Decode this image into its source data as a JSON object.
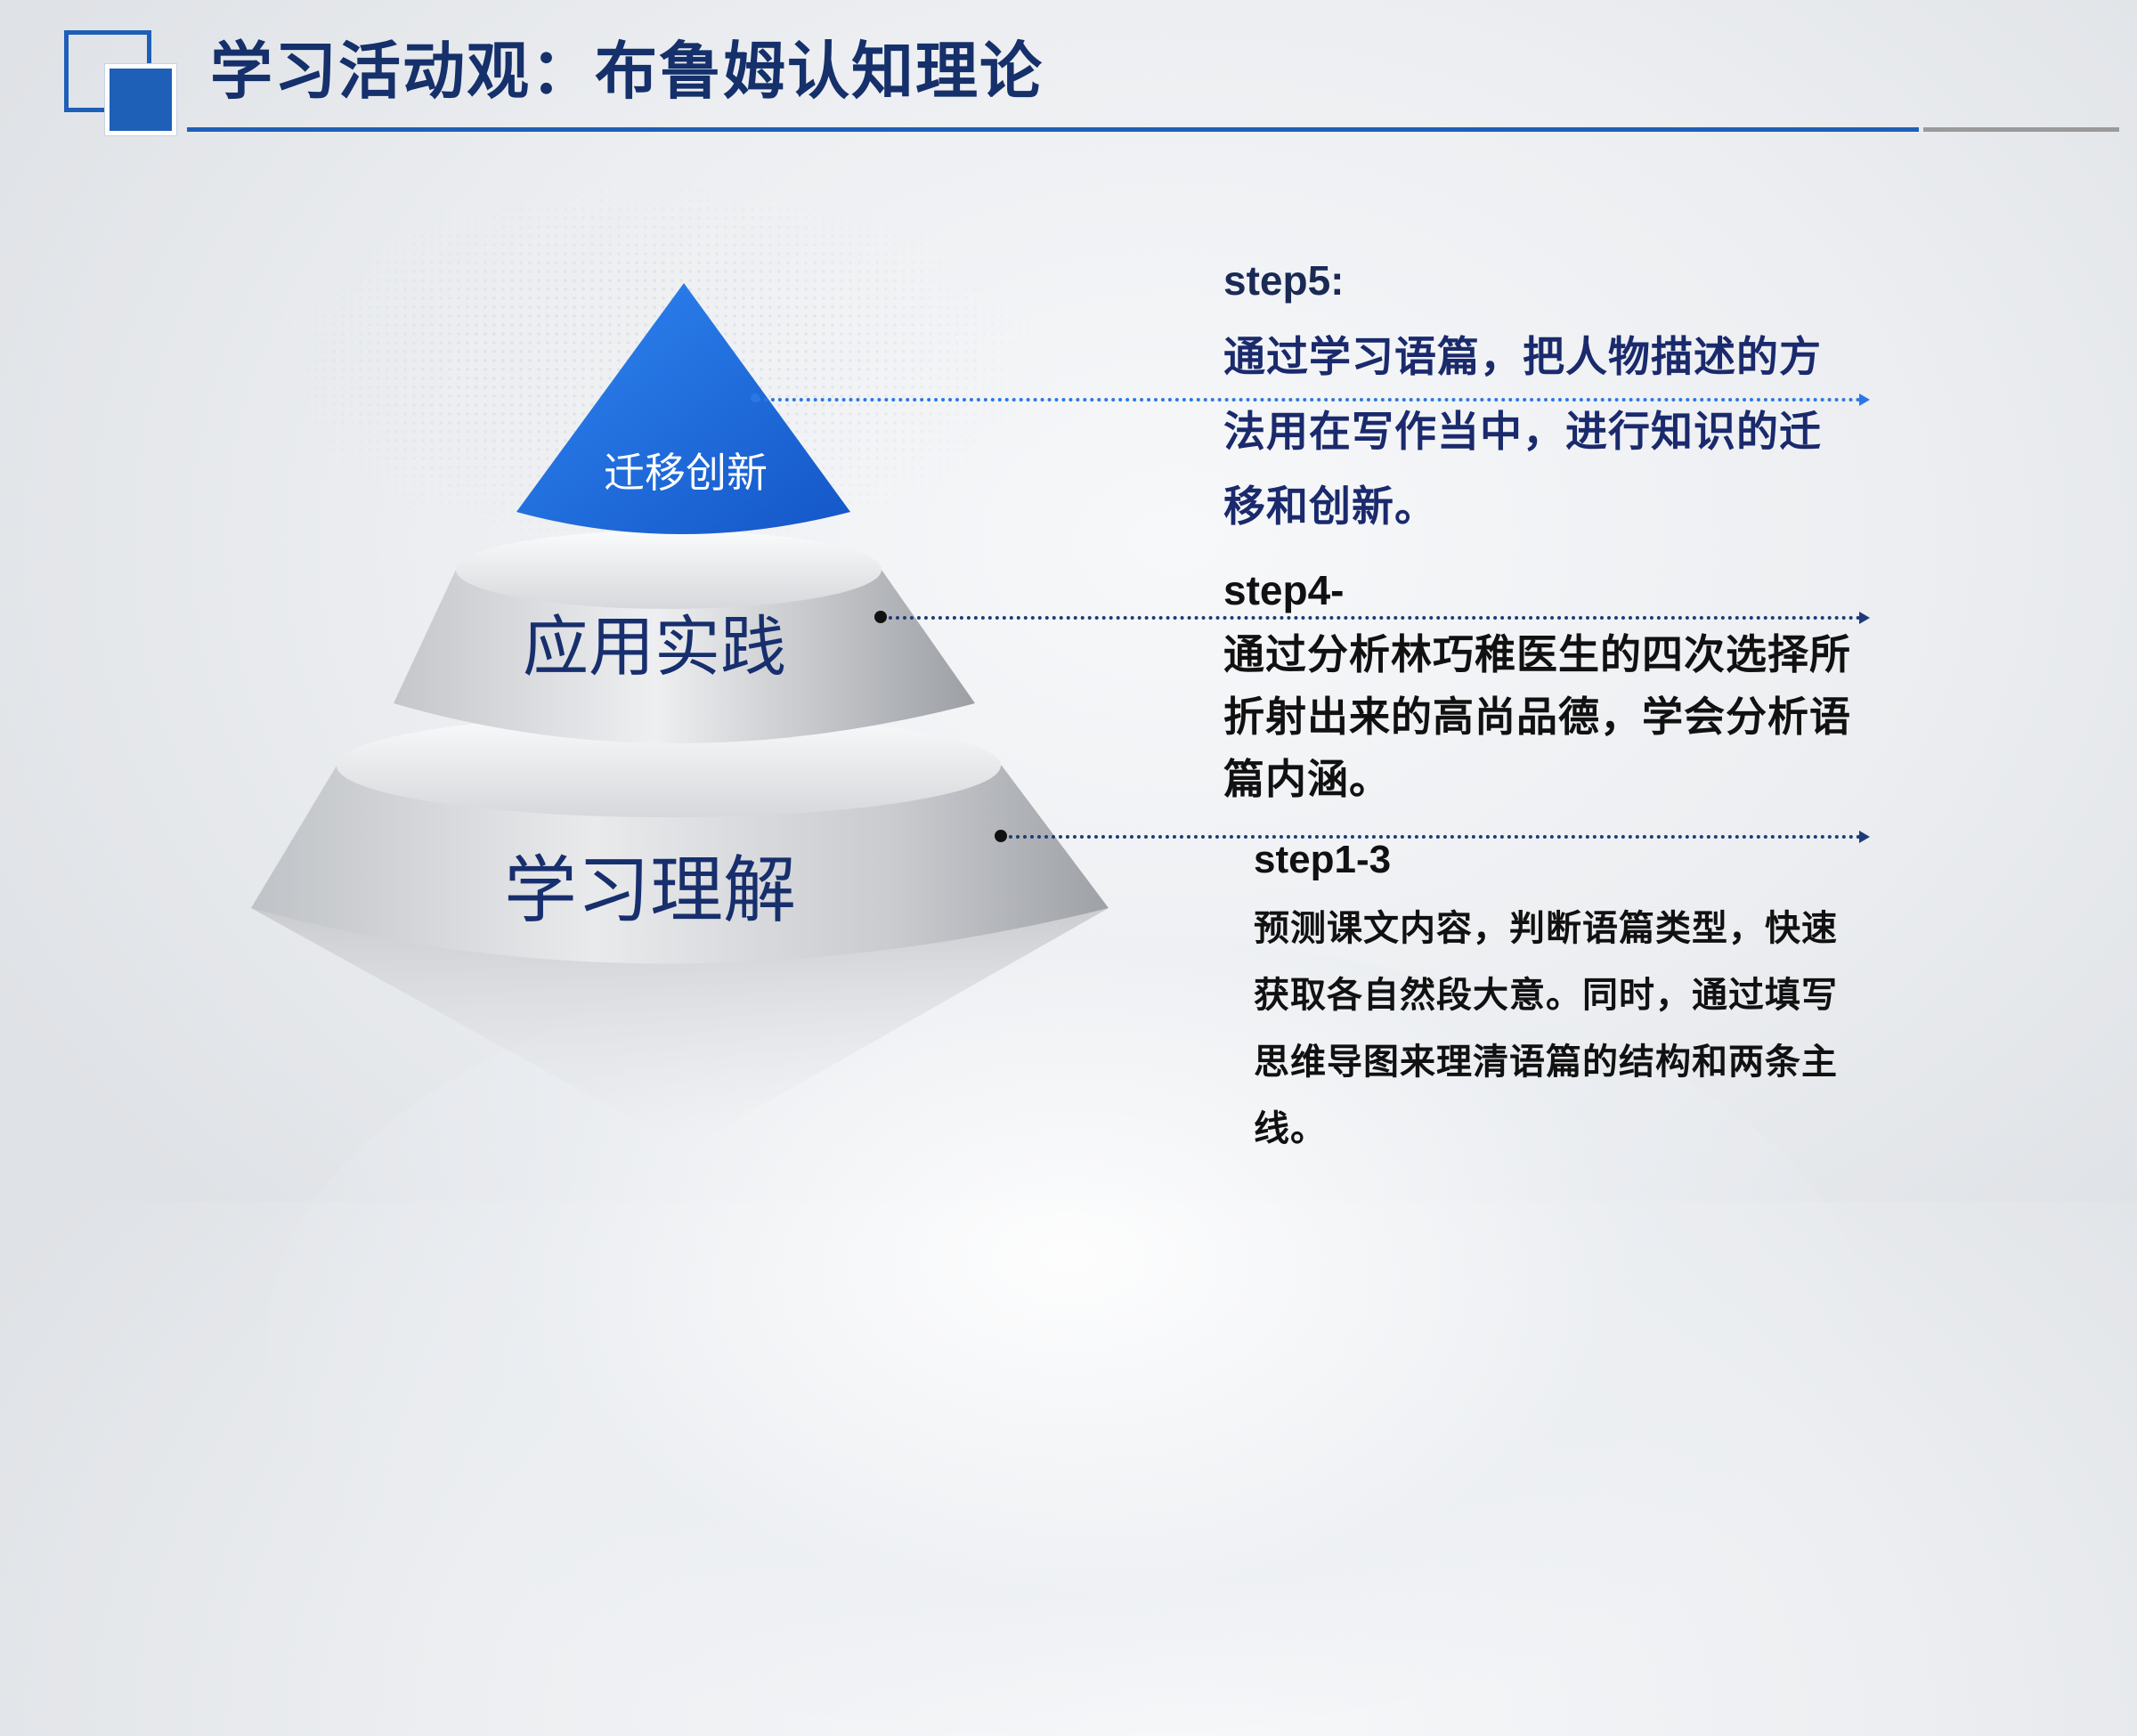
{
  "header": {
    "title": "学习活动观：布鲁姆认知理论"
  },
  "pyramid": {
    "apex_label": "迁移创新",
    "middle_label": "应用实践",
    "base_label": "学习理解"
  },
  "steps": [
    {
      "heading": "step5:",
      "text": "通过学习语篇，把人物描述的方法用在写作当中，进行知识的迁移和创新。"
    },
    {
      "heading": "step4-",
      "text": "通过分析林巧稚医生的四次选择所折射出来的高尚品德，学会分析语篇内涵。"
    },
    {
      "heading": "step1-3",
      "text": "预测课文内容，判断语篇类型，快速获取各自然段大意。同时，通过填写思维导图来理清语篇的结构和两条主线。"
    }
  ],
  "colors": {
    "accent": "#1e5fb8",
    "title_text": "#15306a",
    "apex_blue": "#1a6fe0"
  }
}
